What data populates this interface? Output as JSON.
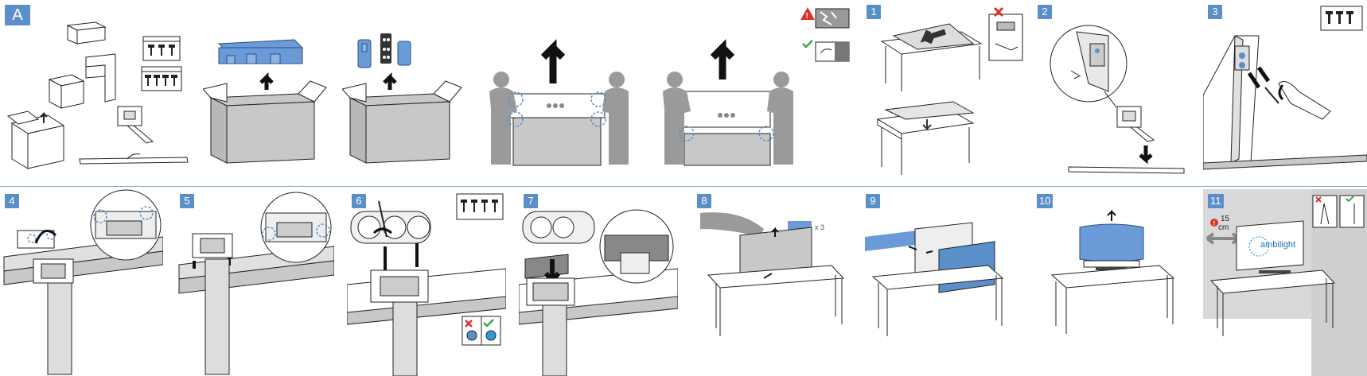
{
  "title_badge": "A",
  "steps": [
    "1",
    "2",
    "3",
    "4",
    "5",
    "6",
    "7",
    "8",
    "9",
    "10",
    "11"
  ],
  "step8_multiplier": "x 3",
  "step11_distance_value": "15",
  "step11_distance_unit": "cm",
  "step11_screen_brand": "ambilight",
  "colors": {
    "accent_blue": "#5b8fc9",
    "part_blue": "#6a9bd8",
    "gray_fill": "#c8c8c8",
    "person_gray": "#9a9a9a",
    "divider": "#7fa6cf",
    "warning_red": "#d9332c",
    "ok_green": "#3aa64a"
  },
  "icons": [
    "screw-icon",
    "arrow-up-icon",
    "arrow-down-icon",
    "cross-icon",
    "check-icon",
    "warning-icon"
  ]
}
